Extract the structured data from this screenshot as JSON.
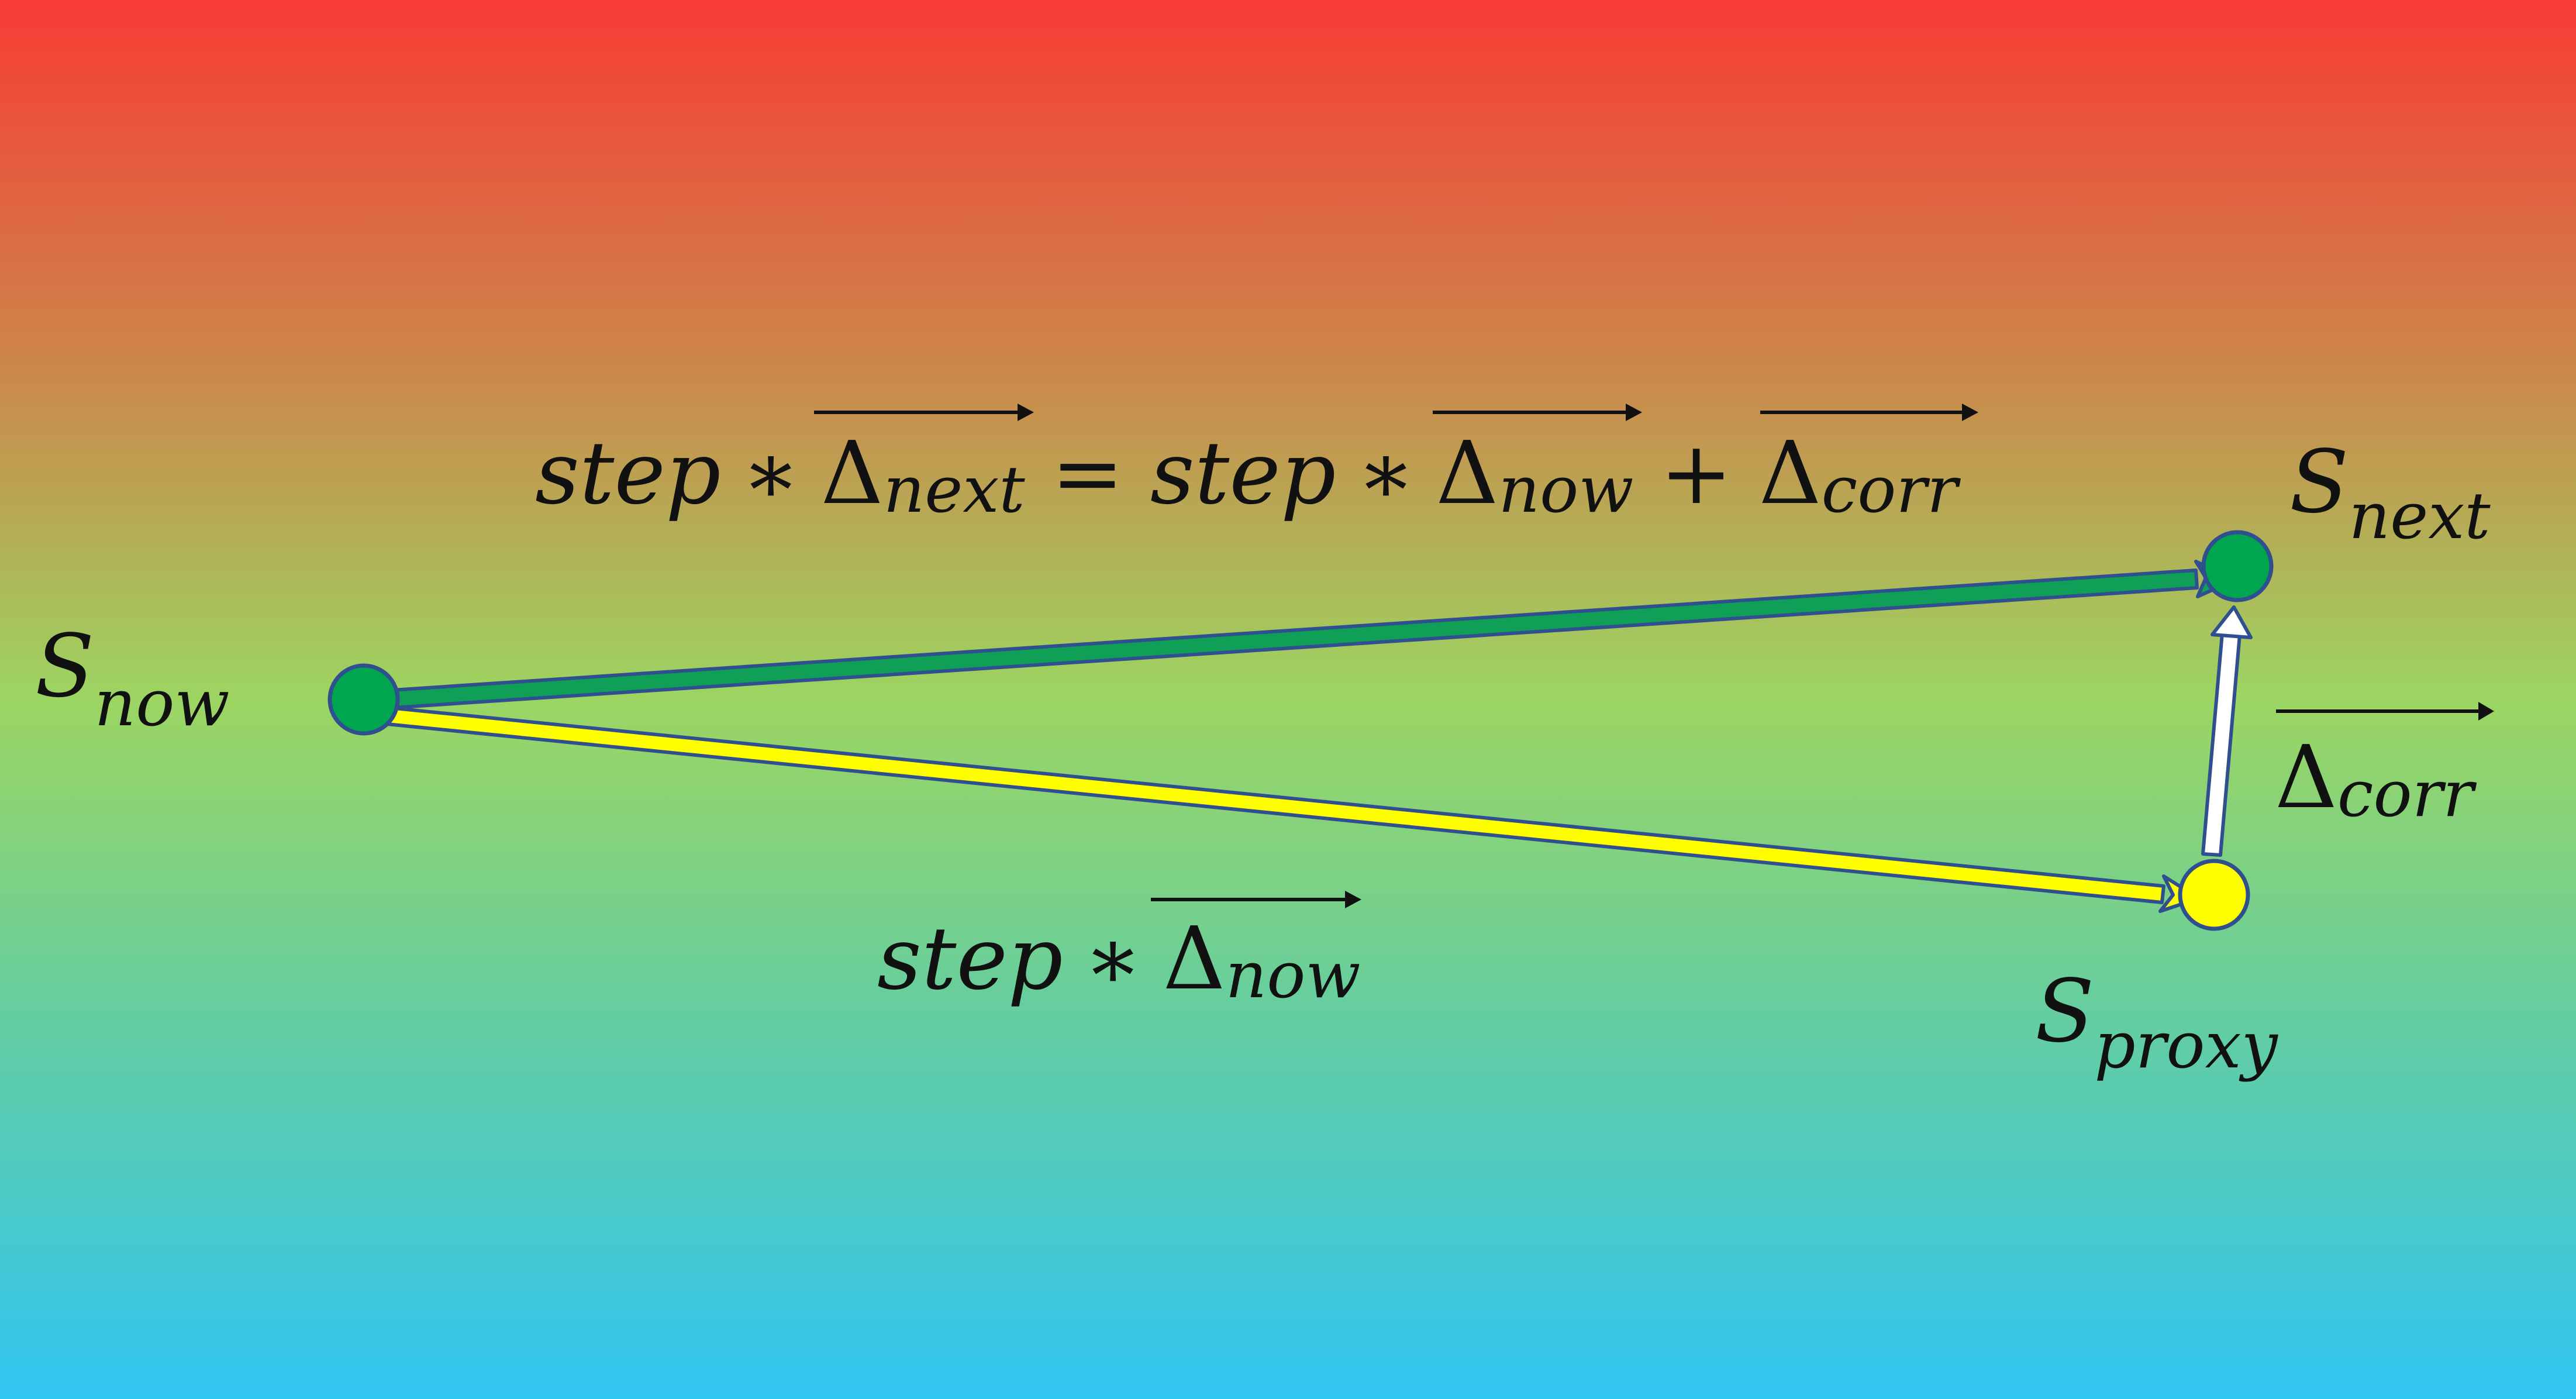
{
  "background": {
    "gradient_top": "#f83b36",
    "gradient_upper_mid": "#c98c4c",
    "gradient_mid": "#9cd562",
    "gradient_lower_mid": "#66ce9f",
    "gradient_bottom": "#30c5f2"
  },
  "colors": {
    "green_node": "#00a64f",
    "green_arrow": "#0f9f57",
    "yellow_node": "#ffff00",
    "yellow_arrow": "#ffff00",
    "white_arrow": "#ffffff",
    "outline": "#2f4f8f",
    "text": "#111111"
  },
  "labels": {
    "s_now": {
      "base": "S",
      "sub": "now"
    },
    "s_next": {
      "base": "S",
      "sub": "next"
    },
    "s_proxy": {
      "base": "S",
      "sub": "proxy"
    },
    "delta_corr": {
      "base": "Δ",
      "sub": "corr"
    }
  },
  "top_equation": {
    "lhs_step": "step",
    "op_mul_1": "∗",
    "lhs_delta": "Δ",
    "lhs_sub": "next",
    "equals": "=",
    "rhs_step": "step",
    "op_mul_2": "∗",
    "rhs_delta": "Δ",
    "rhs_sub": "now",
    "plus": "+",
    "corr_delta": "Δ",
    "corr_sub": "corr"
  },
  "bottom_equation": {
    "step": "step",
    "op_mul": "∗",
    "delta": "Δ",
    "sub": "now"
  }
}
